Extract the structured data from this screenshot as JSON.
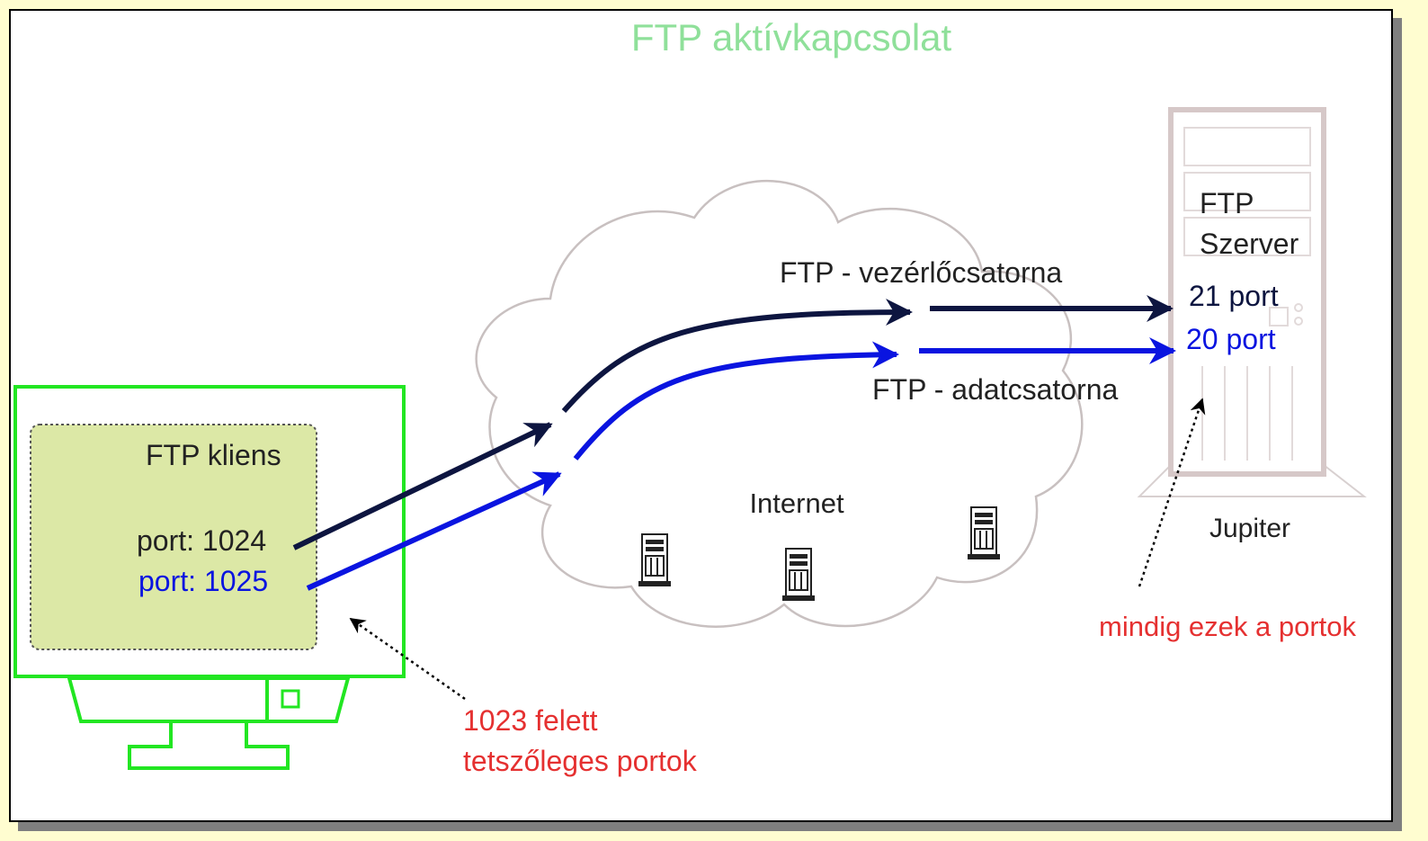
{
  "title": "FTP aktívkapcsolat",
  "client": {
    "label": "FTP kliens",
    "port_control": "port: 1024",
    "port_data": "port: 1025"
  },
  "server": {
    "label_line1": "FTP",
    "label_line2": "Szerver",
    "port_control": "21 port",
    "port_data": "20 port",
    "name": "Jupiter"
  },
  "network": {
    "label": "Internet"
  },
  "channels": {
    "control": "FTP - vezérlőcsatorna",
    "data": "FTP - adatcsatorna"
  },
  "notes": {
    "client_ports_line1": "1023 felett",
    "client_ports_line2": "tetszőleges portok",
    "server_ports": "mindig ezek a portok"
  },
  "colors": {
    "control_channel": "#0d1540",
    "data_channel": "#0a14e0",
    "client_monitor": "#22e622",
    "annotation": "#e53030",
    "title": "#8fe09a"
  }
}
